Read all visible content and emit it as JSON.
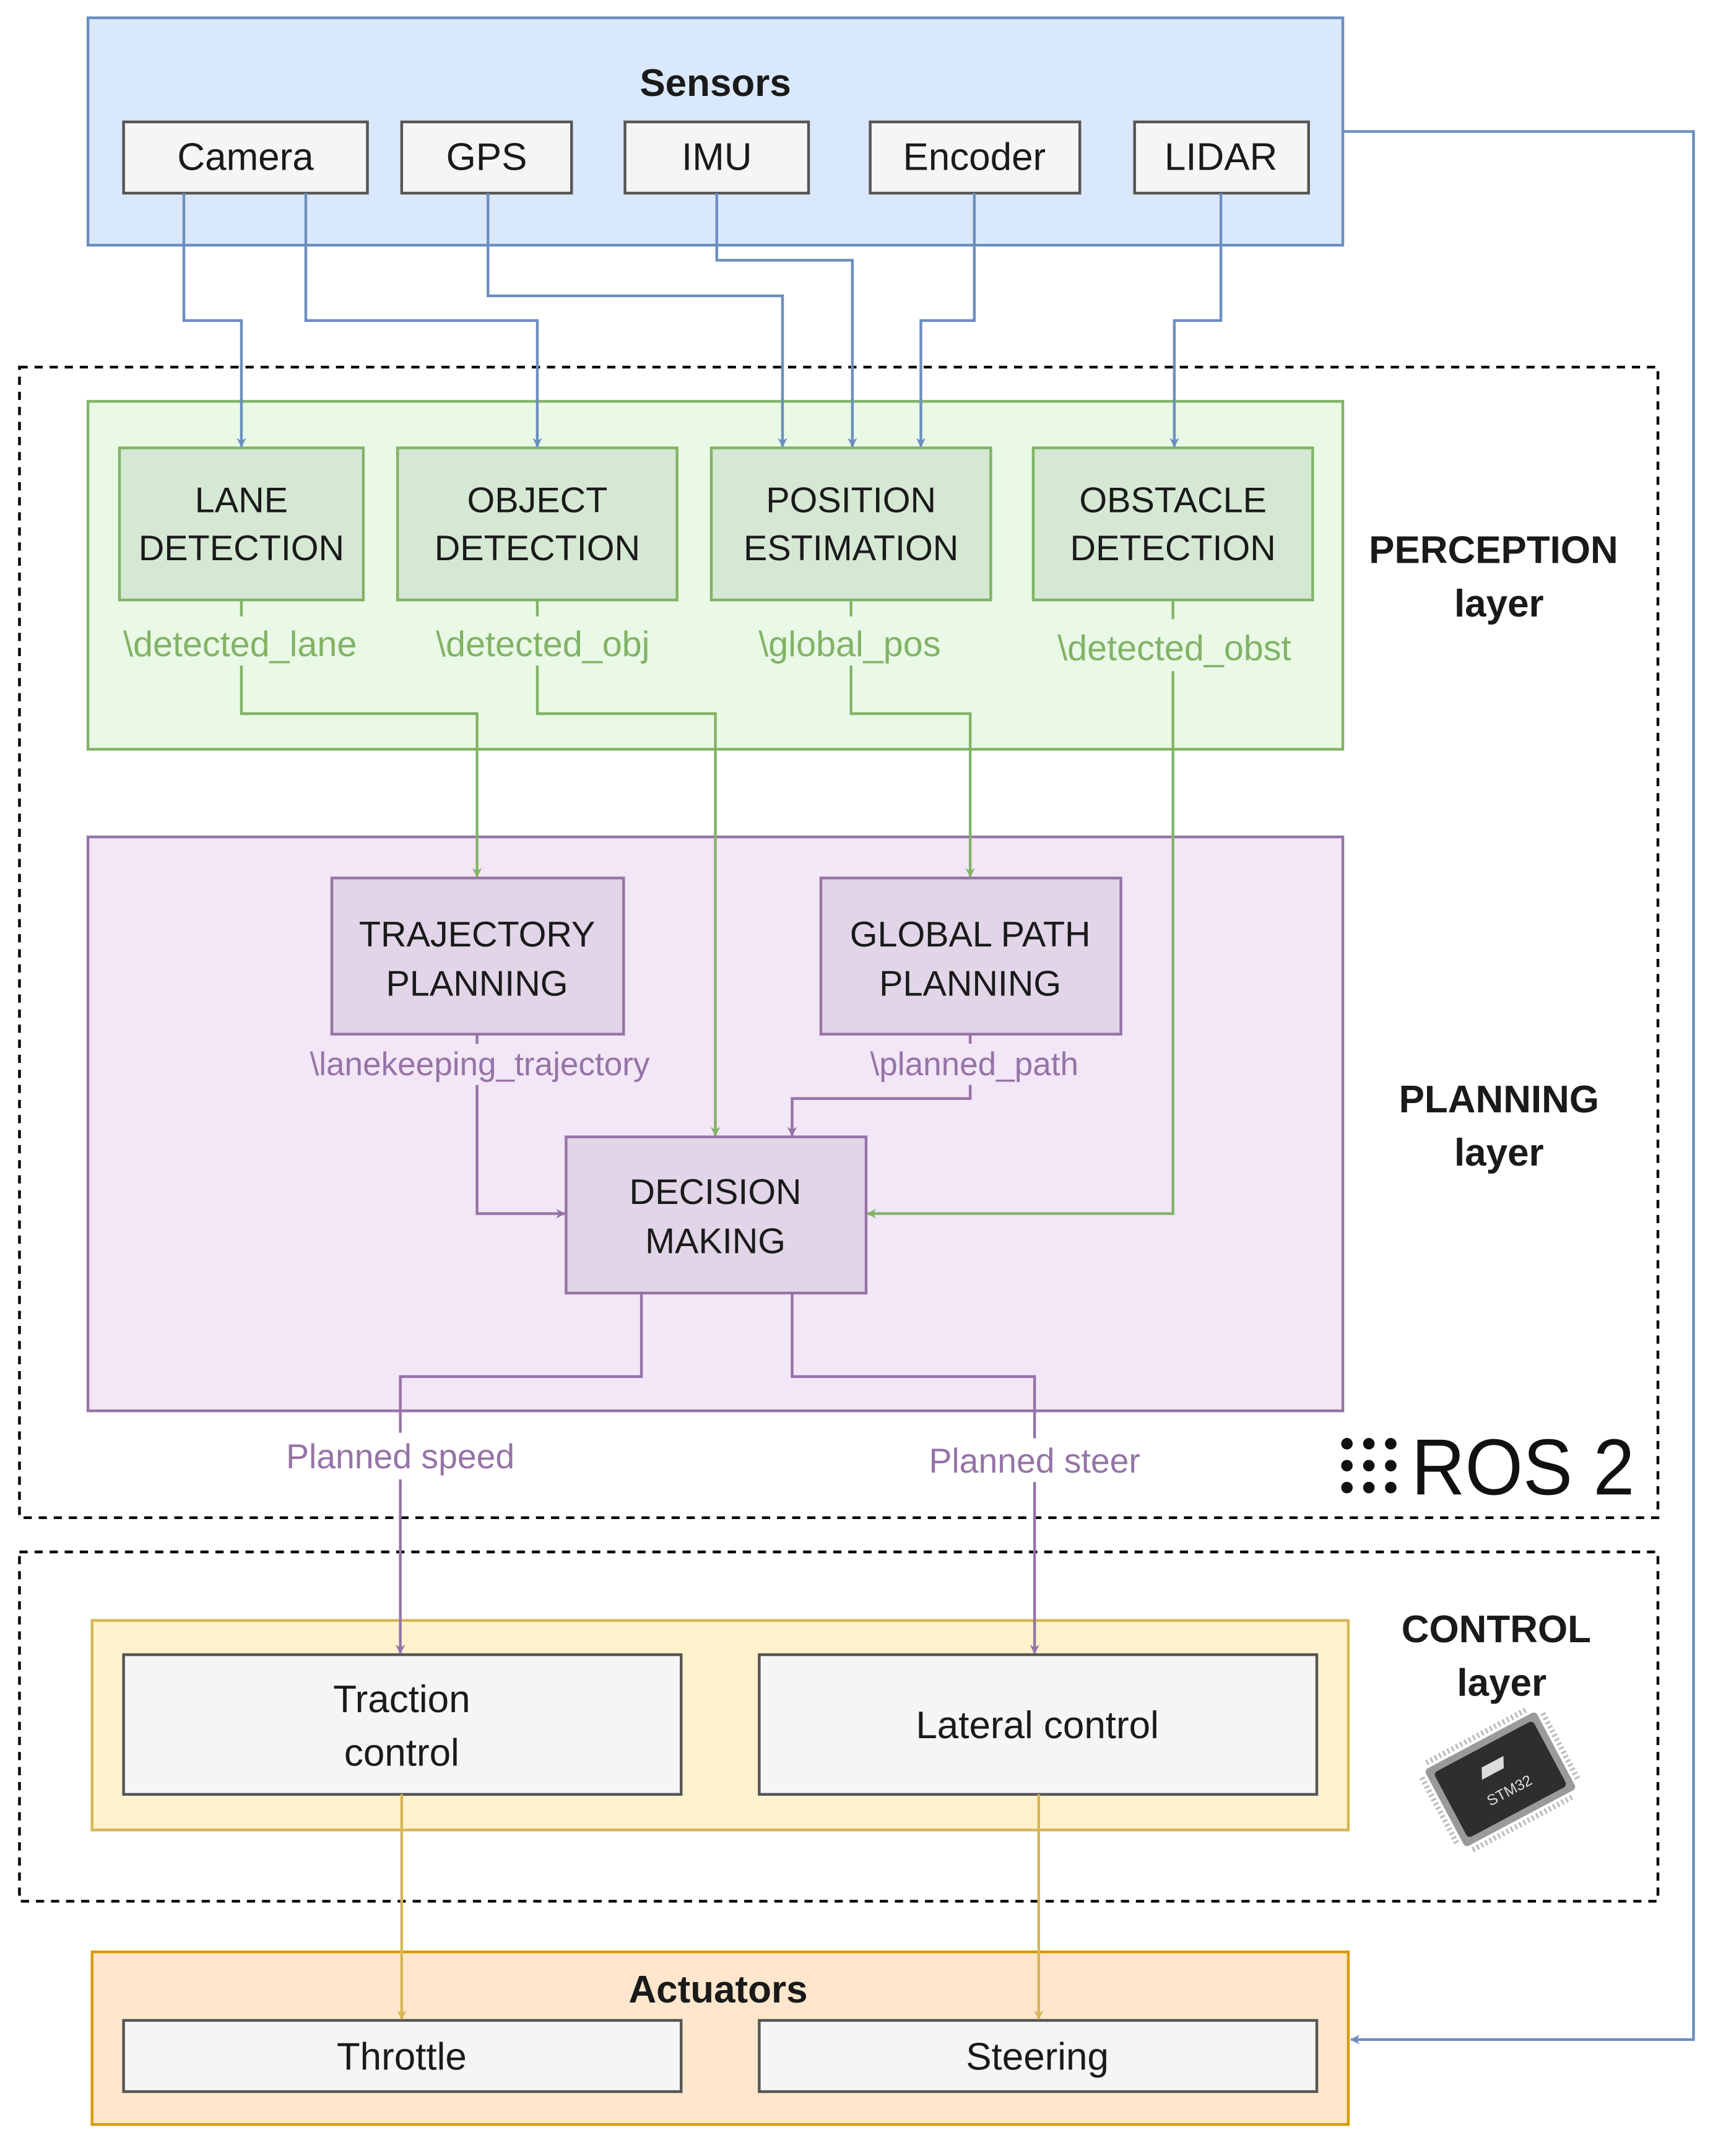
{
  "colors": {
    "sensor_fill": "#dae8fc",
    "sensor_stroke": "#6c8ebf",
    "perception_fill": "#e9f9e6",
    "perception_stroke": "#82b366",
    "perception_node_fill": "#d5e8d4",
    "planning_fill": "#f2e6f7",
    "planning_stroke": "#9673a6",
    "planning_node_fill": "#e1d5e7",
    "control_fill": "#fff2cc",
    "control_stroke": "#d6b656",
    "actuator_fill": "#ffe6cc",
    "actuator_stroke": "#d79b00",
    "gray_fill": "#f5f5f5",
    "gray_stroke": "#555555",
    "blue_arrow": "#6c8ebf",
    "green_arrow": "#82b366",
    "purple_arrow": "#9673a6",
    "yellow_arrow": "#d6b656"
  },
  "sensors": {
    "title": "Sensors",
    "items": [
      "Camera",
      "GPS",
      "IMU",
      "Encoder",
      "LIDAR"
    ]
  },
  "perception": {
    "layer_label": [
      "PERCEPTION",
      "layer"
    ],
    "nodes": [
      {
        "lines": [
          "LANE",
          "DETECTION"
        ],
        "topic": "\\detected_lane"
      },
      {
        "lines": [
          "OBJECT",
          "DETECTION"
        ],
        "topic": "\\detected_obj"
      },
      {
        "lines": [
          "POSITION",
          "ESTIMATION"
        ],
        "topic": "\\global_pos"
      },
      {
        "lines": [
          "OBSTACLE",
          "DETECTION"
        ],
        "topic": "\\detected_obst"
      }
    ]
  },
  "planning": {
    "layer_label": [
      "PLANNING",
      "layer"
    ],
    "trajectory": {
      "lines": [
        "TRAJECTORY",
        "PLANNING"
      ],
      "topic": "\\lanekeeping_trajectory"
    },
    "global_path": {
      "lines": [
        "GLOBAL PATH",
        "PLANNING"
      ],
      "topic": "\\planned_path"
    },
    "decision": {
      "lines": [
        "DECISION",
        "MAKING"
      ]
    },
    "outputs": [
      "Planned speed",
      "Planned steer"
    ]
  },
  "ros_logo": "ROS 2",
  "control": {
    "layer_label": [
      "CONTROL",
      "layer"
    ],
    "traction": [
      "Traction",
      "control"
    ],
    "lateral": "Lateral control",
    "chip_label": "STM32"
  },
  "actuators": {
    "title": "Actuators",
    "items": [
      "Throttle",
      "Steering"
    ]
  }
}
